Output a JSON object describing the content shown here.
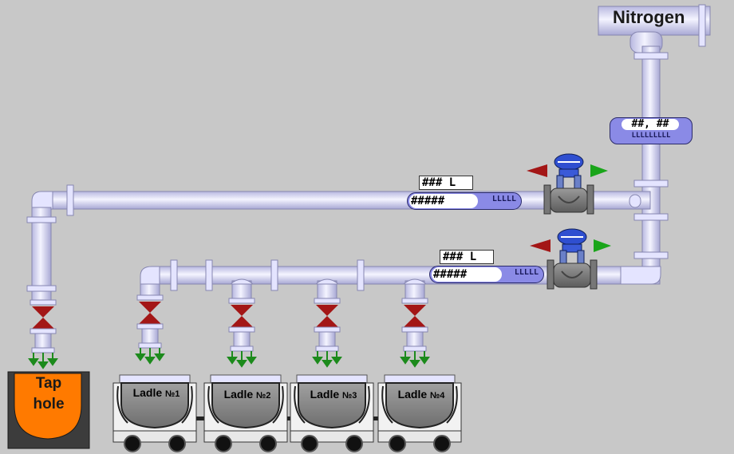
{
  "nitrogen": {
    "label": "Nitrogen"
  },
  "vertical_meter": {
    "value": "##, ##",
    "unit": "LLLLLLLLL"
  },
  "line_upper": {
    "volume": "### L",
    "flow": "#####",
    "flow_unit": "LLLLL"
  },
  "line_lower": {
    "volume": "### L",
    "flow": "#####",
    "flow_unit": "LLLLL"
  },
  "tap_hole": {
    "line1": "Tap",
    "line2": "hole"
  },
  "ladles": [
    {
      "name": "Ladle",
      "number": "№1"
    },
    {
      "name": "Ladle",
      "number": "№2"
    },
    {
      "name": "Ladle",
      "number": "№3"
    },
    {
      "name": "Ladle",
      "number": "№4"
    }
  ],
  "colors": {
    "background": "#c8c8c8",
    "pipe": "#e4e4ff",
    "pipe_edge": "#8686b0",
    "shutoff_valve": "#a31616",
    "control_valve_body": "#7a7a7a",
    "actuator": "#2f4fd0",
    "arrow_close": "#a31616",
    "arrow_open": "#1aa51a",
    "flow_arrow": "#1c8a1c",
    "tap_hole_fill": "#ff7a00",
    "ladle_fill": "#8a8a8a",
    "meter_fill": "#8a8ae6"
  },
  "icons": [
    "gate-valve-icon",
    "control-valve-icon",
    "flow-down-arrows-icon",
    "wheel-icon"
  ]
}
